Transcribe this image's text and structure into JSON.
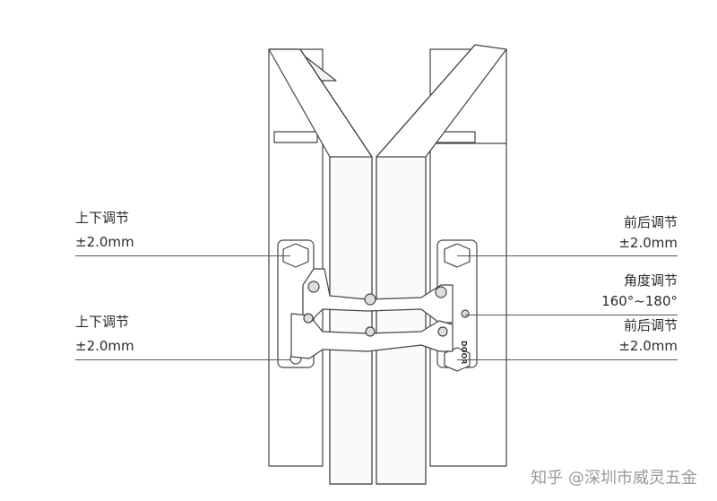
{
  "annotations": {
    "left_top_title": "上下调节",
    "left_top_value": "±2.0mm",
    "left_bottom_title": "上下调节",
    "left_bottom_value": "±2.0mm",
    "right_top_title": "前后调节",
    "right_top_value": "±2.0mm",
    "right_mid_title": "角度调节",
    "right_mid_value": "160°~180°",
    "right_bottom_title": "前后调节",
    "right_bottom_value": "±2.0mm"
  },
  "hinge_mark": "DOOR",
  "watermark": "知乎 @深圳市威灵五金",
  "colors": {
    "line": "#444444",
    "text": "#2b2b2b",
    "watermark": "#9a9a9a"
  }
}
